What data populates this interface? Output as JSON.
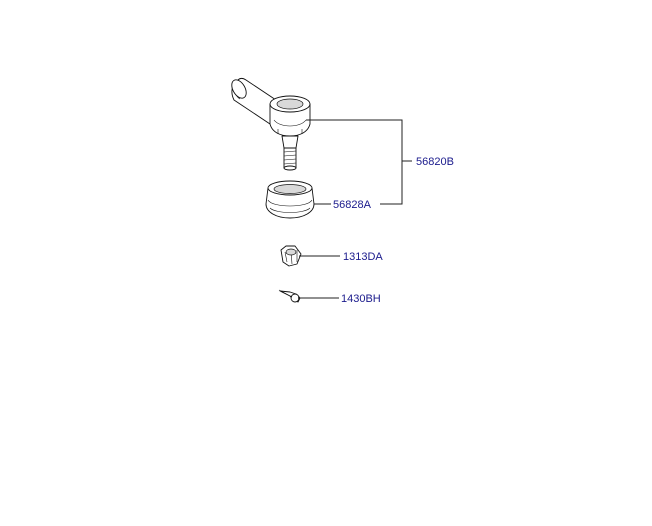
{
  "parts": [
    {
      "id": "tie-rod-end",
      "label": "56820B"
    },
    {
      "id": "dust-boot",
      "label": "56828A"
    },
    {
      "id": "castle-nut",
      "label": "1313DA"
    },
    {
      "id": "cotter-pin",
      "label": "1430BH"
    }
  ]
}
